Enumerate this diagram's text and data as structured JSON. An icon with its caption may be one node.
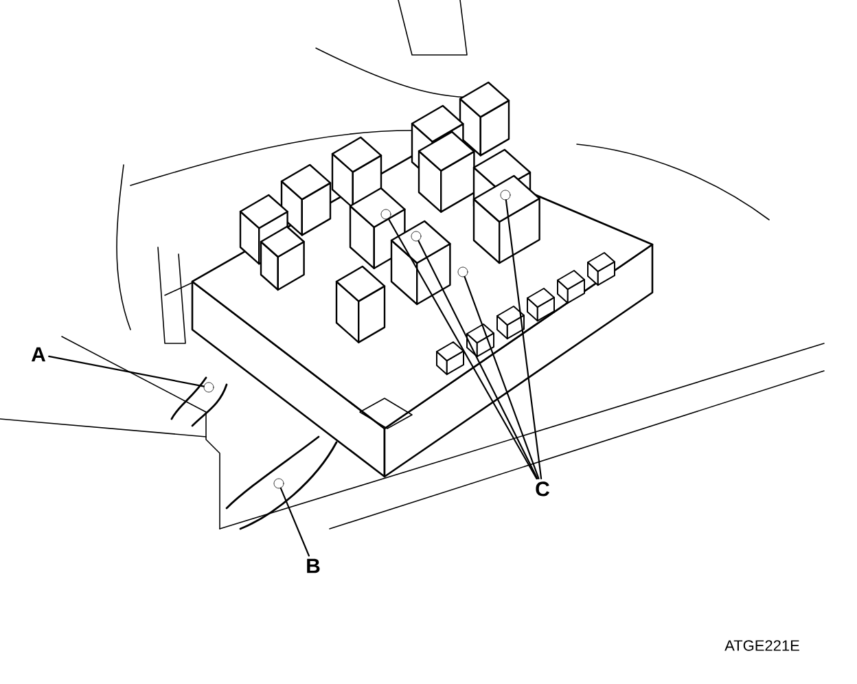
{
  "diagram": {
    "nodes": [
      {
        "text": [
          "A"
        ]
      },
      {
        "text": [
          "B"
        ]
      },
      {
        "text": [
          "C"
        ]
      },
      {
        "text": [],
        "shape": "circle"
      },
      {
        "text": [],
        "shape": "circle"
      },
      {
        "text": [],
        "shape": "circle"
      },
      {
        "text": [],
        "shape": "circle"
      },
      {
        "text": [],
        "shape": "circle"
      },
      {
        "text": [],
        "shape": "circle"
      }
    ],
    "edges": [
      {
        "from": 0,
        "to": 3,
        "arrow": "none"
      },
      {
        "from": 1,
        "to": 4,
        "arrow": "none"
      },
      {
        "from": 2,
        "to": 5,
        "arrow": "none"
      },
      {
        "from": 2,
        "to": 6,
        "arrow": "none"
      },
      {
        "from": 2,
        "to": 7,
        "arrow": "none"
      },
      {
        "from": 2,
        "to": 8,
        "arrow": "none"
      }
    ],
    "labels": [
      "ATGE221E"
    ]
  }
}
